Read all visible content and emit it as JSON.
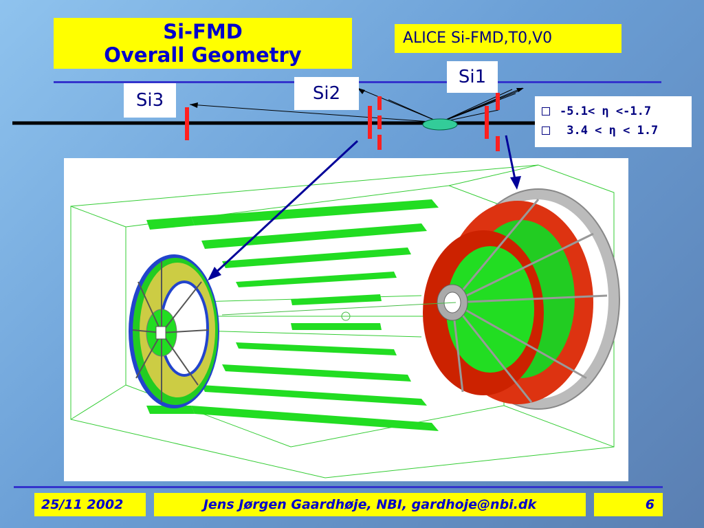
{
  "slide": {
    "title_line1": "Si-FMD",
    "title_line2": "Overall Geometry",
    "subtitle": "ALICE Si-FMD,T0,V0"
  },
  "detector_labels": {
    "si1": "Si1",
    "si2": "Si2",
    "si3": "Si3"
  },
  "eta_ranges": [
    "-5.1< η <-1.7",
    " 3.4 < η < 1.7"
  ],
  "footer": {
    "date": "25/11 2002",
    "author": "Jens Jørgen Gaardhøje, NBI, gardhoje@nbi.dk",
    "page_number": "6"
  },
  "colors": {
    "title_bg": "#ffff00",
    "title_text": "#0000cc",
    "detector_red": "#ff2020",
    "detector_green": "#22dd22",
    "arrow_blue": "#000099"
  }
}
